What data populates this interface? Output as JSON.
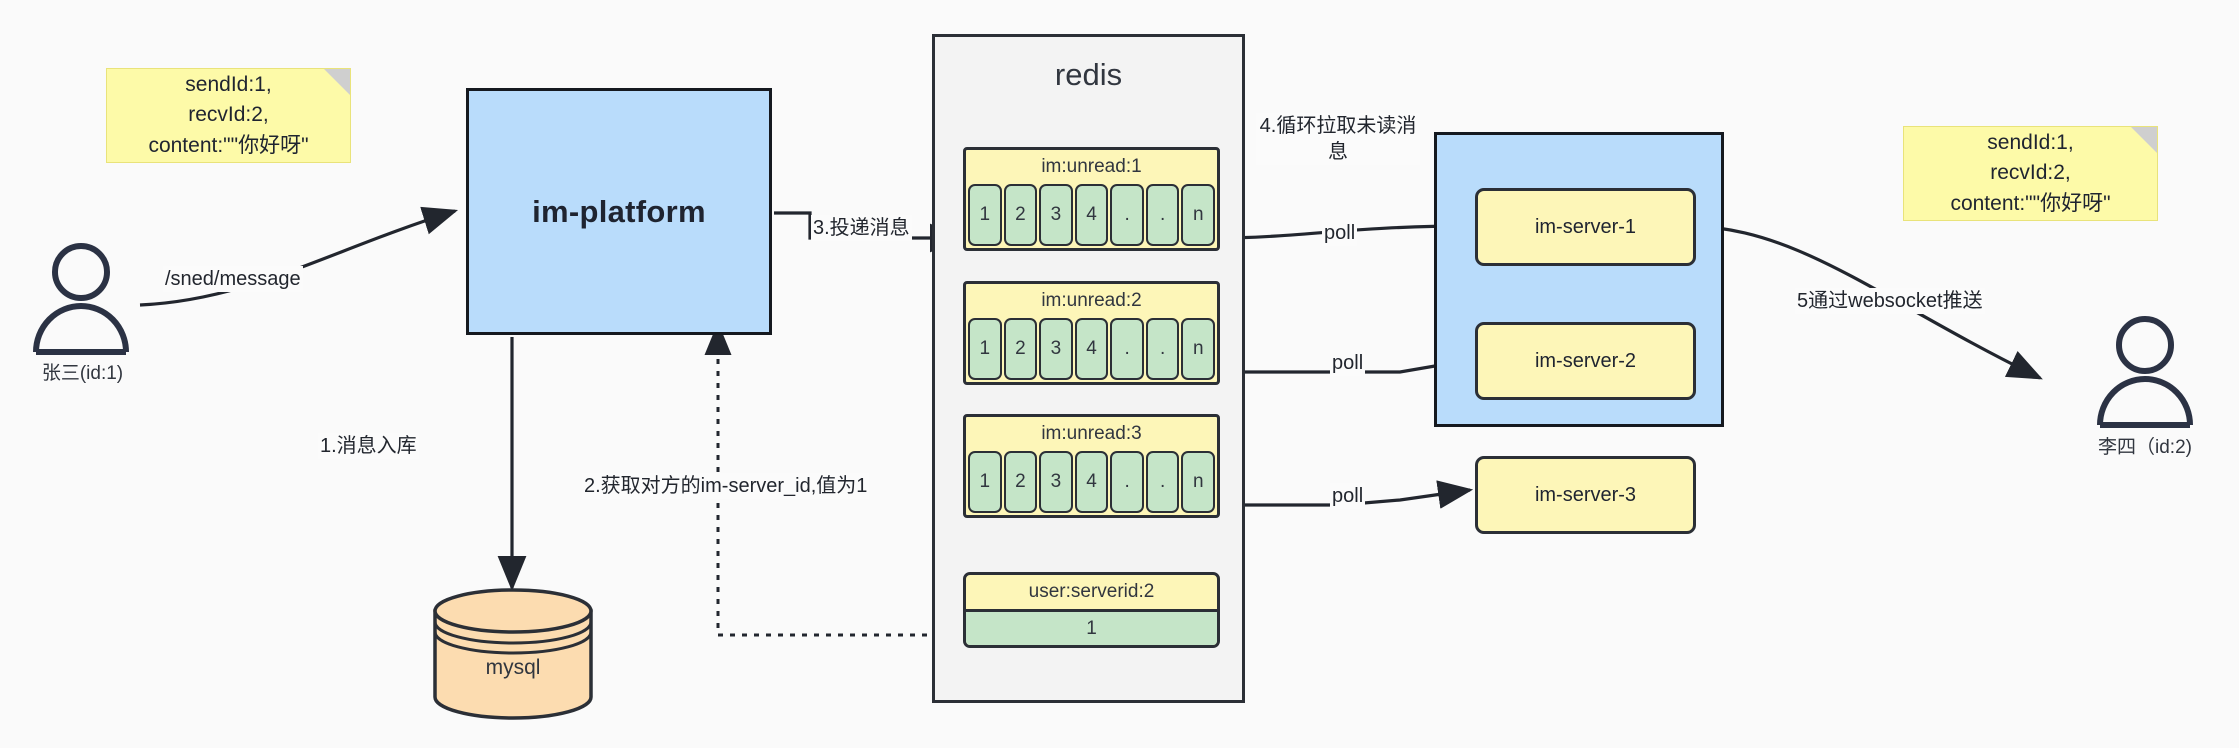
{
  "notes": {
    "left": {
      "text": "sendId:1,\nrecvId:2,\ncontent:\"\"你好呀\""
    },
    "right": {
      "text": "sendId:1,\nrecvId:2,\ncontent:\"\"你好呀\""
    }
  },
  "actors": {
    "sender": {
      "label": "张三(id:1)"
    },
    "receiver": {
      "label": "李四（id:2)"
    }
  },
  "platform": {
    "label": "im-platform"
  },
  "database": {
    "label": "mysql"
  },
  "redis": {
    "title": "redis",
    "lists": [
      {
        "key": "im:unread:1",
        "cells": [
          "1",
          "2",
          "3",
          "4",
          ".",
          ".",
          "n"
        ]
      },
      {
        "key": "im:unread:2",
        "cells": [
          "1",
          "2",
          "3",
          "4",
          ".",
          ".",
          "n"
        ]
      },
      {
        "key": "im:unread:3",
        "cells": [
          "1",
          "2",
          "3",
          "4",
          ".",
          ".",
          "n"
        ]
      }
    ],
    "kv": {
      "key": "user:serverid:2",
      "value": "1"
    }
  },
  "server_pool": {
    "servers": [
      {
        "label": "im-server-1"
      },
      {
        "label": "im-server-2"
      },
      {
        "label": "im-server-3"
      }
    ]
  },
  "edges": {
    "send_message": "/sned/message",
    "step1": "1.消息入库",
    "step2": "2.获取对方的im-server_id,值为1",
    "step3": "3.投递消息",
    "step4": "4.循环拉取未读消\n息",
    "poll1": "poll",
    "poll2": "poll",
    "poll3": "poll",
    "step5": "5通过websocket推送"
  },
  "colors": {
    "note_fill": "#fdfaa8",
    "blue_fill": "#b9dcfb",
    "yellow_fill": "#fdf6b8",
    "green_fill": "#c5e5c8",
    "db_fill": "#fcdcb0",
    "stroke": "#2b2f36",
    "canvas": "#fafafa"
  }
}
